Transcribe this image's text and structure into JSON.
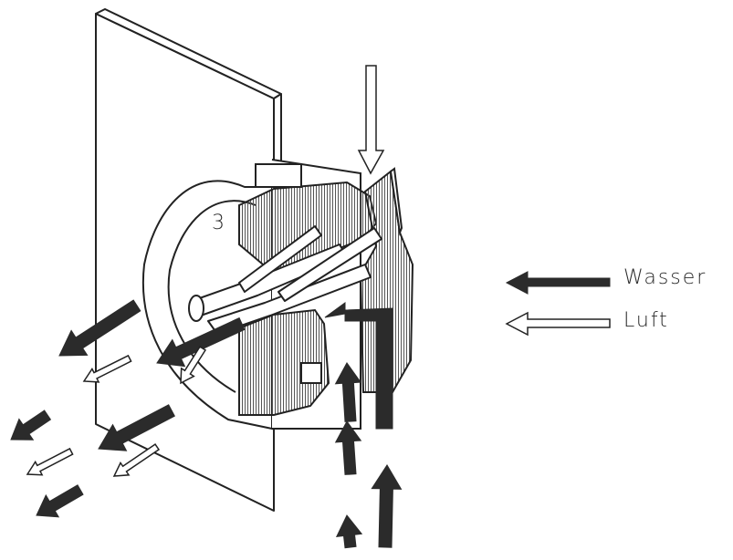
{
  "figure_number": "3",
  "legend": {
    "water": {
      "label": "Wasser",
      "fill": "#2b2b2b"
    },
    "air": {
      "label": "Luft",
      "fill": "#ffffff"
    }
  },
  "colors": {
    "ink": "#2b2b2b",
    "hatch": "#555555",
    "paper": "#ffffff"
  }
}
